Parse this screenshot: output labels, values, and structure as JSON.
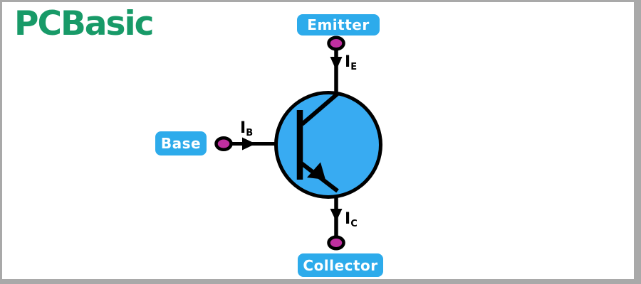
{
  "logo": {
    "text": "PCBasic",
    "color": "#189a68"
  },
  "terminals": {
    "emitter": {
      "label": "Emitter"
    },
    "base": {
      "label": "Base"
    },
    "collector": {
      "label": "Collector"
    }
  },
  "currents": {
    "emitter": {
      "main": "I",
      "sub": "E"
    },
    "base": {
      "main": "I",
      "sub": "B"
    },
    "collector": {
      "main": "I",
      "sub": "C"
    }
  },
  "colors": {
    "label_bg": "#2dabeb",
    "label_text": "#ffffff",
    "circle_fill": "#38abf2",
    "outline": "#000000",
    "terminal_dot": "#c02fa0",
    "logo_green": "#189a68",
    "frame_border": "#a9a9a9"
  }
}
